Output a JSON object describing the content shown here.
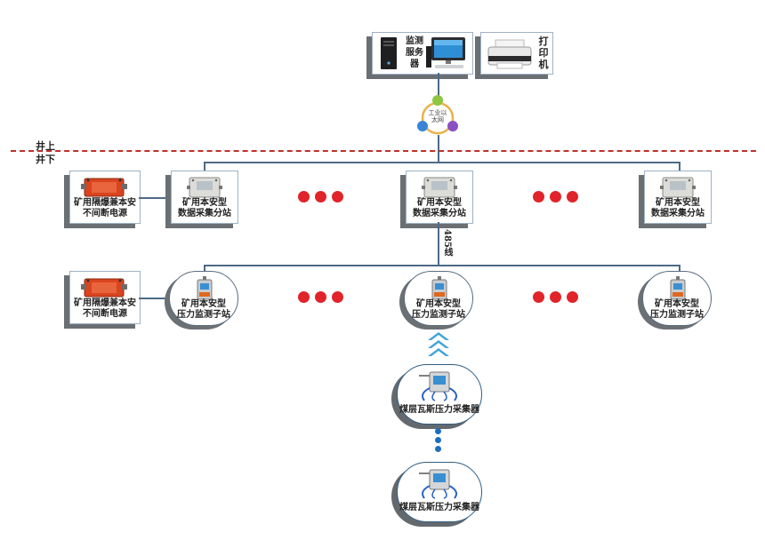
{
  "header": {
    "monitor_server": "监测服务器",
    "printer": "打印机",
    "ethernet": "工业以太网"
  },
  "zones": {
    "above": "井上",
    "below": "井下"
  },
  "ups": {
    "label": "矿用隔爆兼本安\n不间断电源"
  },
  "substation": {
    "label": "矿用本安型\n数据采集分站"
  },
  "pressure_station": {
    "label": "矿用本安型\n压力监测子站"
  },
  "bus": {
    "label": "485线"
  },
  "collector": {
    "label": "煤层瓦斯压力采集器"
  },
  "colors": {
    "dashed_line": "#c0302a",
    "dots_red": "#e0242a",
    "dots_blue": "#1d6fbf",
    "arrow": "#3fa3d8",
    "line": "#4d6a86"
  },
  "icons": [
    "cabinet-icon",
    "computer-icon",
    "printer-icon",
    "ethernet-hub-icon",
    "junction-box-icon",
    "pressure-station-icon",
    "gas-collector-icon",
    "up-arrow-icon"
  ]
}
